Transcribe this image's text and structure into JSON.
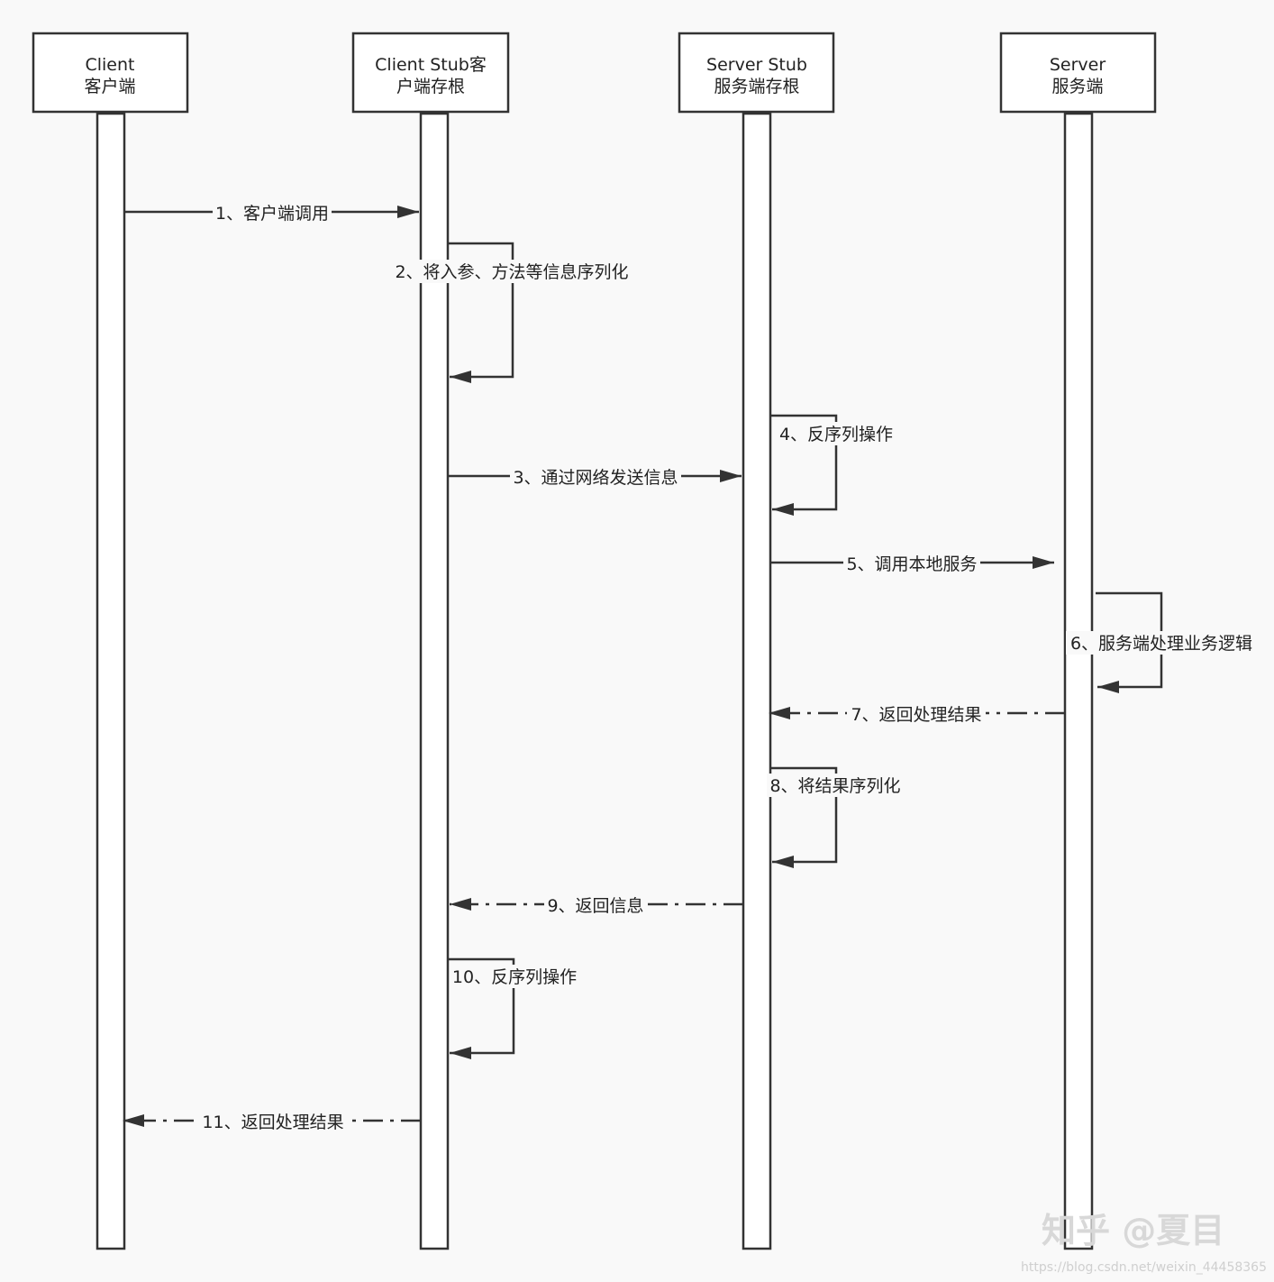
{
  "actors": [
    {
      "id": "client",
      "line1": "Client",
      "line2": "客户端"
    },
    {
      "id": "client-stub",
      "line1": "Client Stub客",
      "line2": "户端存根"
    },
    {
      "id": "server-stub",
      "line1": "Server Stub",
      "line2": "服务端存根"
    },
    {
      "id": "server",
      "line1": "Server",
      "line2": "服务端"
    }
  ],
  "messages": [
    {
      "id": "m1",
      "label": "1、客户端调用",
      "kind": "sync"
    },
    {
      "id": "m2",
      "label": "2、将入参、方法等信息序列化",
      "kind": "self"
    },
    {
      "id": "m3",
      "label": "3、通过网络发送信息",
      "kind": "sync"
    },
    {
      "id": "m4",
      "label": "4、反序列操作",
      "kind": "self"
    },
    {
      "id": "m5",
      "label": "5、调用本地服务",
      "kind": "sync"
    },
    {
      "id": "m6",
      "label": "6、服务端处理业务逻辑",
      "kind": "self"
    },
    {
      "id": "m7",
      "label": "7、返回处理结果",
      "kind": "return"
    },
    {
      "id": "m8",
      "label": "8、将结果序列化",
      "kind": "self"
    },
    {
      "id": "m9",
      "label": "9、返回信息",
      "kind": "return"
    },
    {
      "id": "m10",
      "label": "10、反序列操作",
      "kind": "self"
    },
    {
      "id": "m11",
      "label": "11、返回处理结果",
      "kind": "return"
    }
  ],
  "watermark": {
    "brand": "知乎 @夏目",
    "url": "https://blog.csdn.net/weixin_44458365"
  },
  "colors": {
    "line": "#333333",
    "box_fill": "#ffffff",
    "background": "#f9f9f9"
  }
}
